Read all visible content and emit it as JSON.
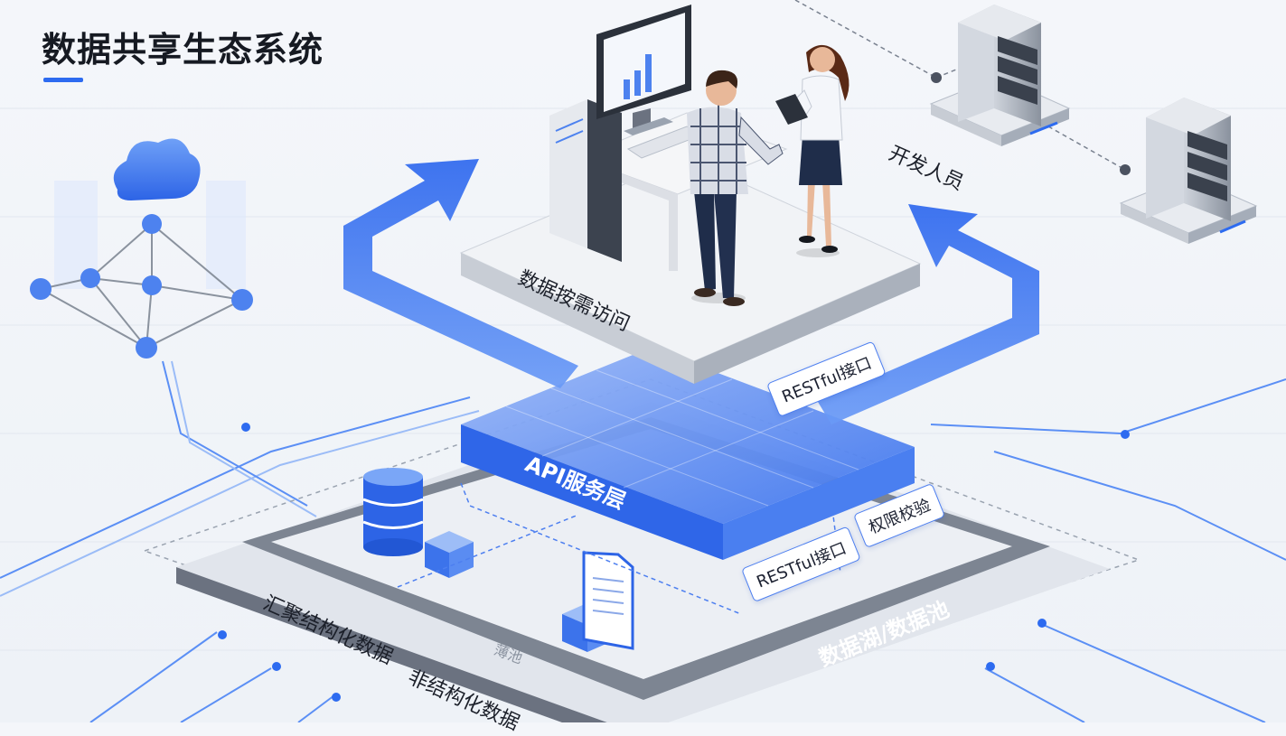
{
  "title": "数据共享生态系统",
  "labels": {
    "developers": "开发人员",
    "on_demand_access": "数据按需访问",
    "api_layer": "API服务层",
    "restful_top": "RESTful接口",
    "restful_bottom": "RESTful接口",
    "permission_check": "权限校验",
    "data_lake": "数据湖/数据池",
    "structured": "汇聚结构化数据",
    "unstructured": "非结构化数据",
    "pool_faint": "薄池"
  },
  "colors": {
    "accent": "#2d6bf0",
    "accent_light": "#5b8ff5",
    "platform": "#dfe3ea",
    "platform_dark": "#6b7280",
    "text": "#1b1f29"
  },
  "icons": [
    "cloud-icon",
    "network-icon",
    "server-icon",
    "database-icon",
    "document-icon",
    "monitor-icon",
    "arrow-icon"
  ]
}
